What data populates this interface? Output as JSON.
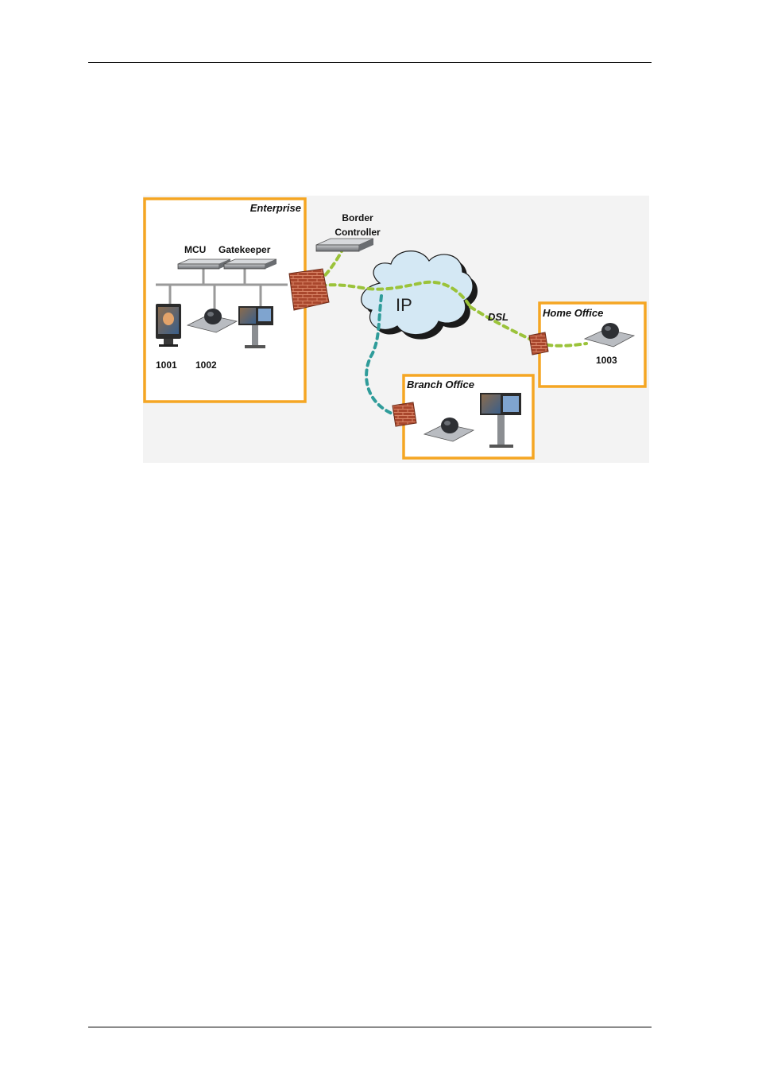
{
  "diagram": {
    "regions": {
      "enterprise": "Enterprise",
      "home_office": "Home Office",
      "branch_office": "Branch Office"
    },
    "devices": {
      "border_controller_line1": "Border",
      "border_controller_line2": "Controller",
      "mcu": "MCU",
      "gatekeeper": "Gatekeeper"
    },
    "network": {
      "cloud": "IP",
      "link_dsl": "DSL"
    },
    "endpoints": {
      "e1001": "1001",
      "e1002": "1002",
      "e1003": "1003"
    },
    "colors": {
      "region_border": "#f5a623",
      "link_green": "#9bc33a",
      "link_teal": "#2f9c9a",
      "cloud_fill": "#d4e8f4",
      "firewall": "#a0452c"
    }
  }
}
